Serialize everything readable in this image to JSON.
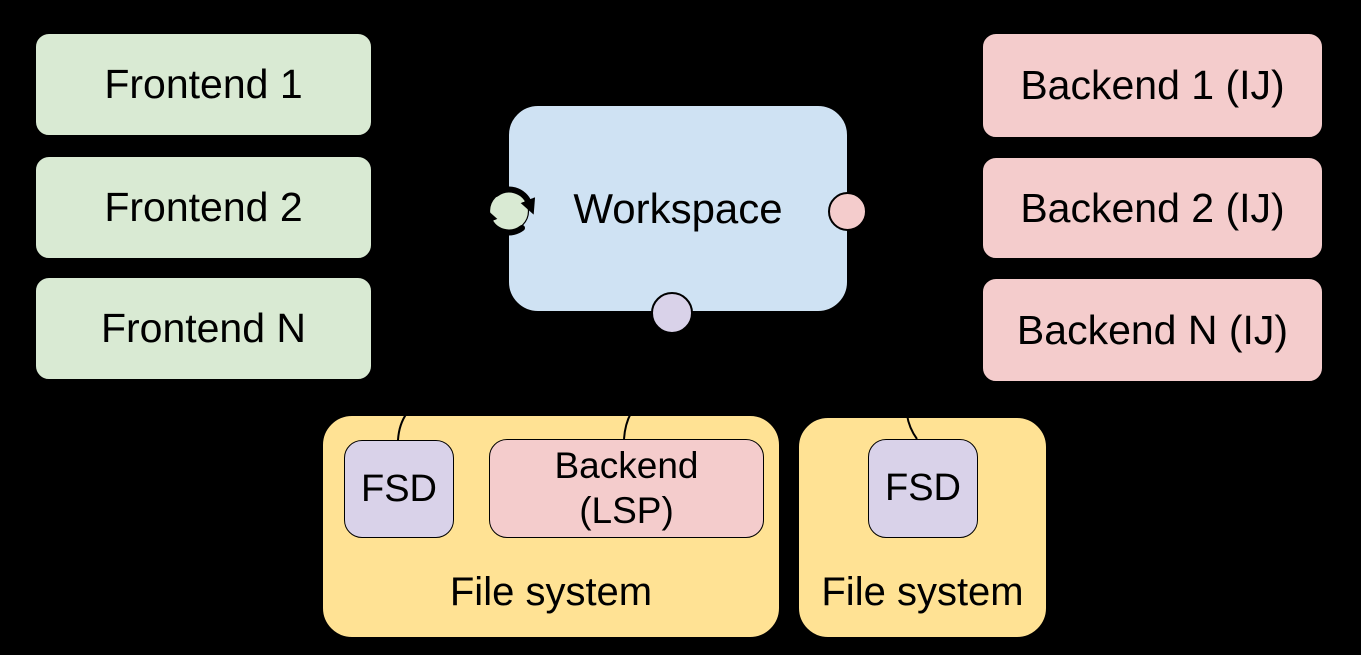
{
  "palette": {
    "background": "#000000",
    "frontend_fill": "#d9ead3",
    "backend_fill": "#f4cccc",
    "workspace_fill": "#cfe2f3",
    "filesystem_fill": "#ffe294",
    "fsd_fill": "#d9d2e9",
    "outline": "#000000",
    "text": "#000000"
  },
  "icons": {
    "sync": "sync-arrows-icon"
  },
  "nodes": {
    "frontends": [
      {
        "label": "Frontend 1"
      },
      {
        "label": "Frontend 2"
      },
      {
        "label": "Frontend N"
      }
    ],
    "workspace": {
      "label": "Workspace"
    },
    "backends": [
      {
        "label": "Backend 1 (IJ)"
      },
      {
        "label": "Backend 2 (IJ)"
      },
      {
        "label": "Backend N (IJ)"
      }
    ],
    "filesystems": [
      {
        "label": "File system",
        "fsd_label": "FSD",
        "backend_lsp_label": "Backend\n(LSP)"
      },
      {
        "label": "File system",
        "fsd_label": "FSD"
      }
    ]
  },
  "connectors": {
    "workspace_ports": [
      {
        "name": "frontend-sync-port",
        "color": "#d9ead3"
      },
      {
        "name": "backend-port",
        "color": "#f4cccc"
      },
      {
        "name": "filesystem-port",
        "color": "#d9d2e9"
      }
    ]
  }
}
